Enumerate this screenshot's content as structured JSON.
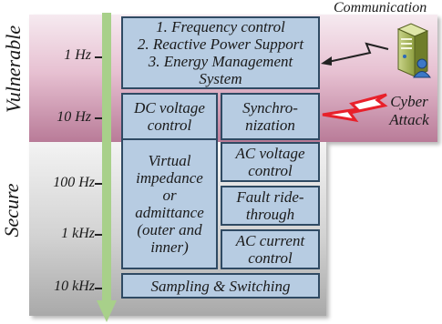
{
  "communication_label": "Communication",
  "cyber_attack": {
    "line1": "Cyber",
    "line2": "Attack"
  },
  "zones": {
    "vulnerable": "Vulnerable",
    "secure": "Secure"
  },
  "frequencies": [
    "1 Hz",
    "10 Hz",
    "100 Hz",
    "1 kHz",
    "10 kHz"
  ],
  "blocks": {
    "top": {
      "line1": "1. Frequency control",
      "line2": "2. Reactive Power Support",
      "line3": "3. Energy Management",
      "line4": "System"
    },
    "dc_voltage": {
      "line1": "DC voltage",
      "line2": "control"
    },
    "synchronization": {
      "line1": "Synchro-",
      "line2": "nization"
    },
    "virtual_impedance": {
      "line1": "Virtual",
      "line2": "impedance",
      "line3": "or",
      "line4": "admittance",
      "line5": "(outer and",
      "line6": "inner)"
    },
    "ac_voltage": {
      "line1": "AC voltage",
      "line2": "control"
    },
    "fault_ride": {
      "line1": "Fault ride-",
      "line2": "through"
    },
    "ac_current": {
      "line1": "AC current",
      "line2": "control"
    },
    "sampling": "Sampling & Switching"
  },
  "colors": {
    "block_fill": "#b7cce2",
    "block_border": "#2f4a63",
    "vulnerable_zone": "#b97b98",
    "secure_zone": "#a9a9a9",
    "arrow": "#a8d08a",
    "attack_bolt": "#e8202a"
  },
  "icons": [
    "computer-server-icon",
    "user-icon",
    "lightning-bolt-icon",
    "down-arrow-icon"
  ]
}
